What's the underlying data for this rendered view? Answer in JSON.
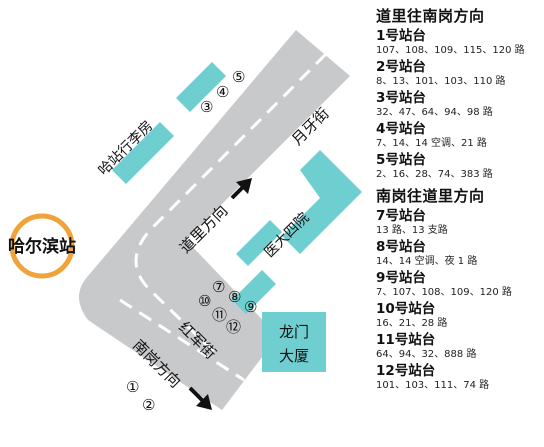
{
  "map": {
    "station_name": "哈尔滨站",
    "streets": {
      "yueya": "月牙街",
      "hongjun": "红军街"
    },
    "directions": {
      "daoli": "道里方向",
      "nangang": "南岗方向"
    },
    "buildings": {
      "hazhan_xinglifang": "哈站行李房",
      "yida_siyuan": "医大四院",
      "longmen_dasha": "龙门大厦"
    },
    "stop_markers": {
      "m1": "①",
      "m2": "②",
      "m3": "③",
      "m4": "④",
      "m5": "⑤",
      "m7": "⑦",
      "m8": "⑧",
      "m9": "⑨",
      "m10": "⑩",
      "m11": "⑪",
      "m12": "⑫"
    },
    "colors": {
      "road": "#c8c9cb",
      "building": "#6fcfd0",
      "station_ring": "#f0a33a",
      "arrow": "#111111"
    }
  },
  "panel": {
    "section1_title": "道里往南岗方向",
    "section1_stops": [
      {
        "name": "1号站台",
        "routes": "107、108、109、115、120 路"
      },
      {
        "name": "2号站台",
        "routes": "8、13、101、103、110 路"
      },
      {
        "name": "3号站台",
        "routes": "32、47、64、94、98 路"
      },
      {
        "name": "4号站台",
        "routes": "7、14、14 空调、21 路"
      },
      {
        "name": "5号站台",
        "routes": "2、16、28、74、383 路"
      }
    ],
    "section2_title": "南岗往道里方向",
    "section2_stops": [
      {
        "name": "7号站台",
        "routes": "13 路、13 支路"
      },
      {
        "name": "8号站台",
        "routes": "14、14 空调、夜 1 路"
      },
      {
        "name": "9号站台",
        "routes": "7、107、108、109、120 路"
      },
      {
        "name": "10号站台",
        "routes": "16、21、28 路"
      },
      {
        "name": "11号站台",
        "routes": "64、94、32、888 路"
      },
      {
        "name": "12号站台",
        "routes": "101、103、111、74 路"
      }
    ]
  }
}
